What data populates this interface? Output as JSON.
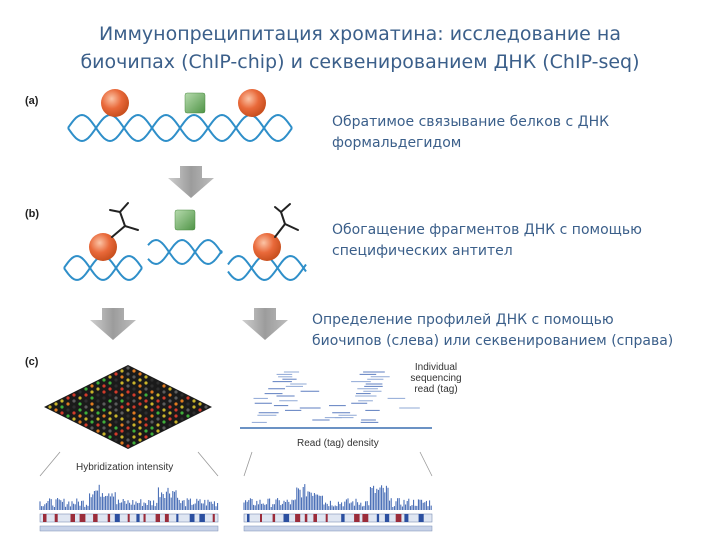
{
  "slide": {
    "title_line1": "Иммунопреципитация хроматина: исследование на",
    "title_line2": "биочипах (ChIP-chip) и секвенированием ДНК (ChIP-seq)"
  },
  "panels": {
    "a": "(a)",
    "b": "(b)",
    "c": "(c)"
  },
  "notes": {
    "a_line1": "Обратимое связывание белков с ДНК",
    "a_line2": "формальдегидом",
    "b_line1": "Обогащение фрагментов ДНК с помощью",
    "b_line2": "специфических антител",
    "c_line1": "Определение профилей ДНК с помощью",
    "c_line2": "биочипов (слева) или секвенированием (справа)"
  },
  "figure_labels": {
    "individual_line1": "Individual",
    "individual_line2": "sequencing",
    "individual_line3": "read (tag)",
    "density": "Read (tag) density",
    "hybridization": "Hybridization intensity"
  },
  "colors": {
    "title_text": "#3b5f8a",
    "dna_strand": "#2f8fc9",
    "protein_sphere": "#e9693a",
    "green_protein": "#64a85a",
    "arrow_fill": "#a9a9a9",
    "microarray_bg": "#1a1a1a"
  }
}
